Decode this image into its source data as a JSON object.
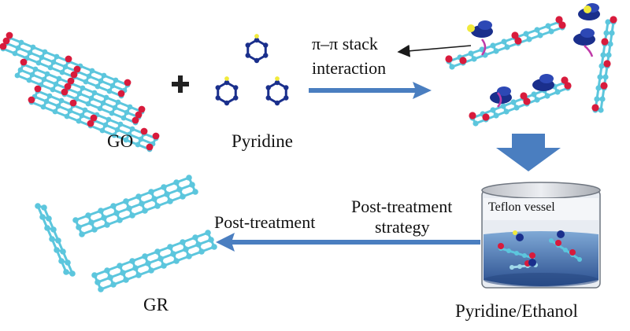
{
  "labels": {
    "go": "GO",
    "plus": "+",
    "pyridine": "Pyridine",
    "pi_stack_line1": "π–π stack",
    "pi_stack_line2": "interaction",
    "teflon_vessel": "Teflon vessel",
    "solvent": "Pyridine/Ethanol",
    "post_strategy_line1": "Post-treatment",
    "post_strategy_line2": "strategy",
    "post_treatment": "Post-treatment",
    "gr": "GR"
  },
  "colors": {
    "sheet": "#5cc6dd",
    "sheet_dark": "#3aa6c4",
    "oxygen": "#d81b3c",
    "nitrogen": "#1a2f8c",
    "hydrogen": "#f1ea3c",
    "arrow": "#4a7ec0",
    "linker": "#c03aa8"
  }
}
